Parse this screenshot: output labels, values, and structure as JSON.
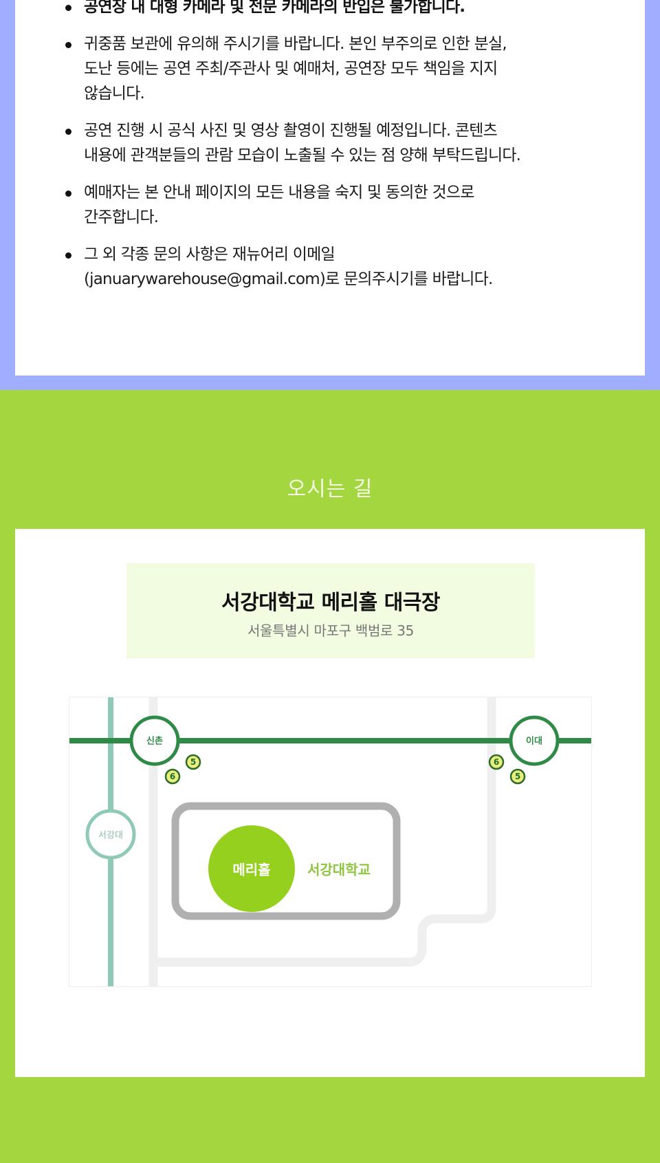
{
  "colors": {
    "notice_bg": "#a0aeff",
    "directions_bg": "#a3d63f",
    "venue_box_bg": "#f1fce0",
    "line2_green": "#2f8a47",
    "gyeongui_teal": "#8fc9b8",
    "meri_hall": "#96d01f",
    "exit_badge": "#e8ee7a"
  },
  "notices": [
    {
      "lines": [
        "공연장 내 대형 카메라 및 전문 카메라의 반입은 불가합니다."
      ],
      "bold": true
    },
    {
      "lines": [
        "귀중품 보관에 유의해 주시기를 바랍니다. 본인 부주의로 인한 분실,",
        "도난 등에는 공연 주최/주관사 및 예매처, 공연장 모두 책임을 지지",
        "않습니다."
      ]
    },
    {
      "lines": [
        "공연 진행 시 공식 사진 및 영상 촬영이 진행될 예정입니다. 콘텐츠",
        "내용에 관객분들의 관람 모습이 노출될 수 있는 점 양해 부탁드립니다."
      ]
    },
    {
      "lines": [
        "예매자는 본 안내 페이지의 모든 내용을 숙지 및 동의한 것으로",
        "간주합니다."
      ]
    },
    {
      "lines": [
        "그 외 각종 문의 사항은 재뉴어리 이메일",
        "(januarywarehouse@gmail.com)로 문의주시기를 바랍니다."
      ]
    }
  ],
  "directions": {
    "title": "오시는 길",
    "venue_name": "서강대학교 메리홀 대극장",
    "venue_address": "서울특별시 마포구 백범로 35"
  },
  "map": {
    "stations": {
      "sinchon": "신촌",
      "ewha": "이대",
      "sogang": "서강대"
    },
    "building": "메리홀",
    "campus": "서강대학교",
    "exits": {
      "sinchon_exit_5": "5",
      "sinchon_exit_6": "6",
      "ewha_exit_6": "6",
      "ewha_exit_5": "5"
    }
  }
}
